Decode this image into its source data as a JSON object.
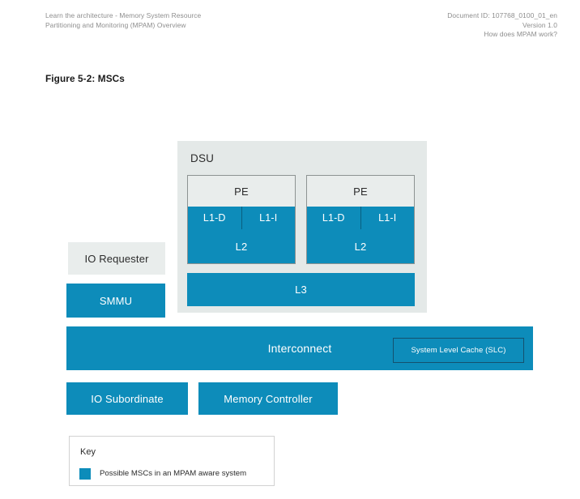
{
  "header": {
    "left_lines": [
      "Learn the architecture - Memory System Resource",
      "Partitioning and Monitoring (MPAM) Overview"
    ],
    "right_lines": [
      "Document ID: 107768_0100_01_en",
      "Version 1.0",
      "How does MPAM work?"
    ]
  },
  "figure": {
    "caption": "Figure 5-2: MSCs"
  },
  "colors": {
    "msc_blue": "#0d8cba",
    "panel_grey": "#e4e9e8",
    "box_grey": "#e9edec",
    "slc_border": "#14516e",
    "header_text": "#8d8d8d"
  },
  "diagram": {
    "dsu": {
      "label": "DSU",
      "pe_clusters": [
        {
          "pe_label": "PE",
          "l1d_label": "L1-D",
          "l1i_label": "L1-I",
          "l2_label": "L2"
        },
        {
          "pe_label": "PE",
          "l1d_label": "L1-D",
          "l1i_label": "L1-I",
          "l2_label": "L2"
        }
      ],
      "l3_label": "L3"
    },
    "io_requester": "IO Requester",
    "smmu": "SMMU",
    "interconnect": "Interconnect",
    "slc": "System Level Cache (SLC)",
    "io_subordinate": "IO Subordinate",
    "memory_controller": "Memory Controller"
  },
  "key": {
    "title": "Key",
    "entries": [
      {
        "label": "Possible MSCs in an MPAM aware system",
        "color": "#0d8cba"
      }
    ]
  }
}
